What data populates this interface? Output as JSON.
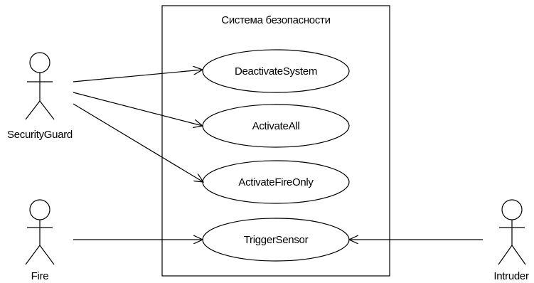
{
  "system": {
    "title": "Система безопасности"
  },
  "use_cases": {
    "deactivate_system": "DeactivateSystem",
    "activate_all": "ActivateAll",
    "activate_fire_only": "ActivateFireOnly",
    "trigger_sensor": "TriggerSensor"
  },
  "actors": {
    "security_guard": "SecurityGuard",
    "fire": "Fire",
    "intruder": "Intruder"
  },
  "colors": {
    "stroke": "#000000",
    "background": "#ffffff"
  }
}
